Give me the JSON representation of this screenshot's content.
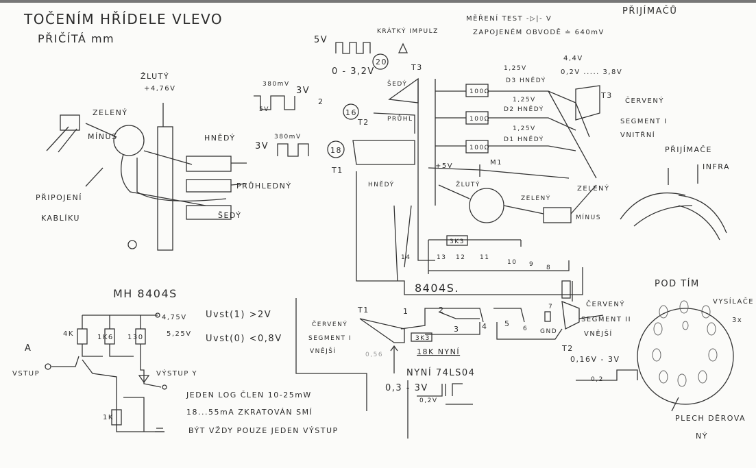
{
  "left": {
    "title": "TOČENÍM HŘÍDELE VLEVO",
    "subtitle": "PŘIČÍTÁ mm",
    "yellow": "ŽLUTÝ",
    "yellow_v": "+4,76V",
    "green": "ZELENÝ",
    "minus": "MÍNUS",
    "brown": "HNĚDÝ",
    "transparent": "PRŮHLEDNÝ",
    "grey": "ŠEDÝ",
    "connection": "PŘIPOJENÍ",
    "cable": "KABLÍKU"
  },
  "waves": {
    "v5": "5V",
    "short_pulse": "KRÁTKÝ IMPULZ",
    "range": "0 - 3,2V",
    "n20": "20",
    "t3": "T3",
    "grey": "ŠEDÝ",
    "mv380a": "380mV",
    "v3a": "3V",
    "v5b": "5V",
    "n2": "2",
    "n16": "16",
    "t2": "T2",
    "transp": "PRŮHL",
    "v3b": "3V",
    "mv380b": "380mV",
    "n18": "18",
    "t1": "T1",
    "brown": "HNĚDÝ"
  },
  "test": {
    "line1": "MĚŘENÍ TEST -▷|- V",
    "line2": "ZAPOJENÉM OBVODĚ ≐ 640mV",
    "receivers": "PŘIJÍMAČŮ",
    "v44": "4,4V",
    "range": "0,2V ..... 3,8V"
  },
  "diodes": [
    {
      "v": "1,25V",
      "label": "D3 HNĚDÝ",
      "r": "100Ω"
    },
    {
      "v": "1,25V",
      "label": "D2 HNĚDÝ",
      "r": "100Ω"
    },
    {
      "v": "1,25V",
      "label": "D1 HNĚDÝ",
      "r": "100Ω"
    }
  ],
  "right_top": {
    "t3": "T3",
    "red": "ČERVENÝ",
    "segment": "SEGMENT I",
    "inner": "VNITŘNÍ",
    "plus5": "+5V",
    "m1": "M1",
    "yellow": "ŽLUTÝ",
    "green1": "ZELENÝ",
    "green2": "ZELENÝ",
    "minus": "MÍNUS",
    "receivers": "PŘIJÍMAČE",
    "infra": "INFRA"
  },
  "ic_top": {
    "r": "3K3",
    "pins": [
      "14",
      "13",
      "12",
      "11",
      "10",
      "9",
      "8"
    ],
    "name": "8404S."
  },
  "mh": {
    "title": "MH 8404S",
    "v1": "4,75V",
    "v2": "5,25V",
    "u1": "Uvst(1) >2V",
    "u0": "Uvst(0) <0,8V",
    "r4k": "4K",
    "r1k6": "1K6",
    "r130": "130",
    "a": "A",
    "input": "VSTUP",
    "output": "VÝSTUP Y",
    "r1k": "1K",
    "note1": "JEDEN LOG ČLEN 10-25mW",
    "note2": "18...55mA ZKRATOVÁN SMÍ",
    "note3": "BÝT VŽDY POUZE JEDEN VÝSTUP"
  },
  "ic_bot": {
    "t1": "T1",
    "red": "ČERVENÝ",
    "segment": "SEGMENT I",
    "outer": "VNĚJŠÍ",
    "v056": "0,56",
    "pins": [
      "1",
      "2",
      "3",
      "4",
      "5",
      "6",
      "7"
    ],
    "gnd": "GND",
    "r": "3K3",
    "now18k": "18K NYNÍ",
    "now74": "NYNÍ 74LS04",
    "range": "0,3 - 3V",
    "low": "0,2V"
  },
  "right_bot": {
    "red": "ČERVENÝ",
    "segment": "SEGMENT II",
    "outer": "VNĚJŠÍ",
    "t2": "T2",
    "range": "0,16V - 3V",
    "low": "0,2",
    "under": "POD TÍM",
    "senders": "VYSÍLAČE",
    "x3": "3x",
    "plate": "PLECH DĚROVA",
    "plate2": "NÝ"
  }
}
